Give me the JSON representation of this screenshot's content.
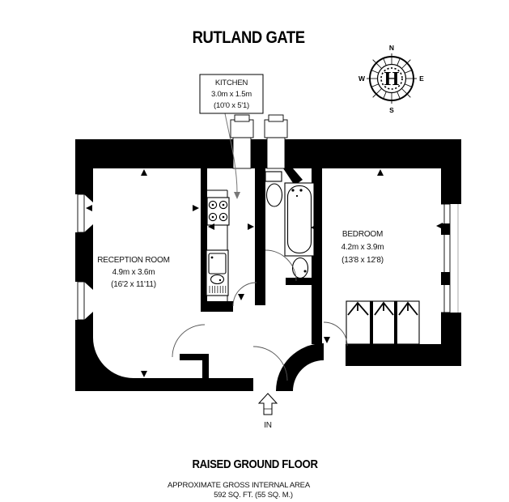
{
  "title": "RUTLAND GATE",
  "compass": {
    "north": "N",
    "east": "E",
    "south": "S",
    "west": "W",
    "center": "H"
  },
  "rooms": {
    "kitchen": {
      "name": "KITCHEN",
      "metric": "3.0m x 1.5m",
      "imperial": "(10'0 x 5'1)"
    },
    "reception": {
      "name": "RECEPTION ROOM",
      "metric": "4.9m x 3.6m",
      "imperial": "(16'2 x 11'11)"
    },
    "bedroom": {
      "name": "BEDROOM",
      "metric": "4.2m x 3.9m",
      "imperial": "(13'8 x 12'8)"
    }
  },
  "entrance": {
    "label": "IN"
  },
  "footer": {
    "floor": "RAISED GROUND FLOOR",
    "area_line1": "APPROXIMATE GROSS INTERNAL AREA",
    "area_line2": "592 SQ. FT. (55 SQ. M.)"
  },
  "colors": {
    "wall": "#000000",
    "background": "#ffffff"
  }
}
